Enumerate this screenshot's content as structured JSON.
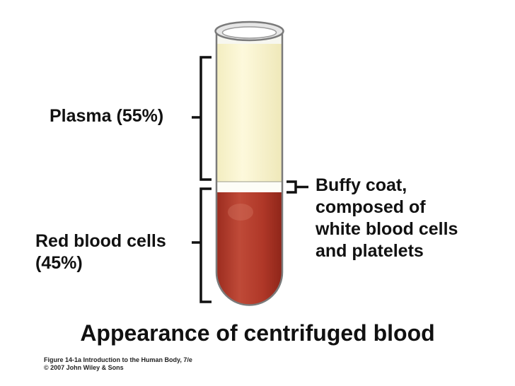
{
  "labels": {
    "plasma": "Plasma (55%)",
    "red_blood_cells_line1": "Red blood cells",
    "red_blood_cells_line2": "(45%)",
    "buffy_coat_line1": "Buffy coat,",
    "buffy_coat_line2": "composed of",
    "buffy_coat_line3": "white blood cells",
    "buffy_coat_line4": "and platelets"
  },
  "title": "Appearance of centrifuged blood",
  "caption": {
    "line1": "Figure 14-1a  Introduction to the Human Body, 7/e",
    "line2": "© 2007 John Wiley & Sons"
  },
  "colors": {
    "plasma": "#fbf7d3",
    "buffy_coat": "#fdfdf8",
    "red_blood_cells": "#b2392a",
    "tube_outline": "#808080",
    "bracket": "#111111"
  },
  "composition": {
    "plasma_percent": 55,
    "red_blood_cells_percent": 45
  }
}
